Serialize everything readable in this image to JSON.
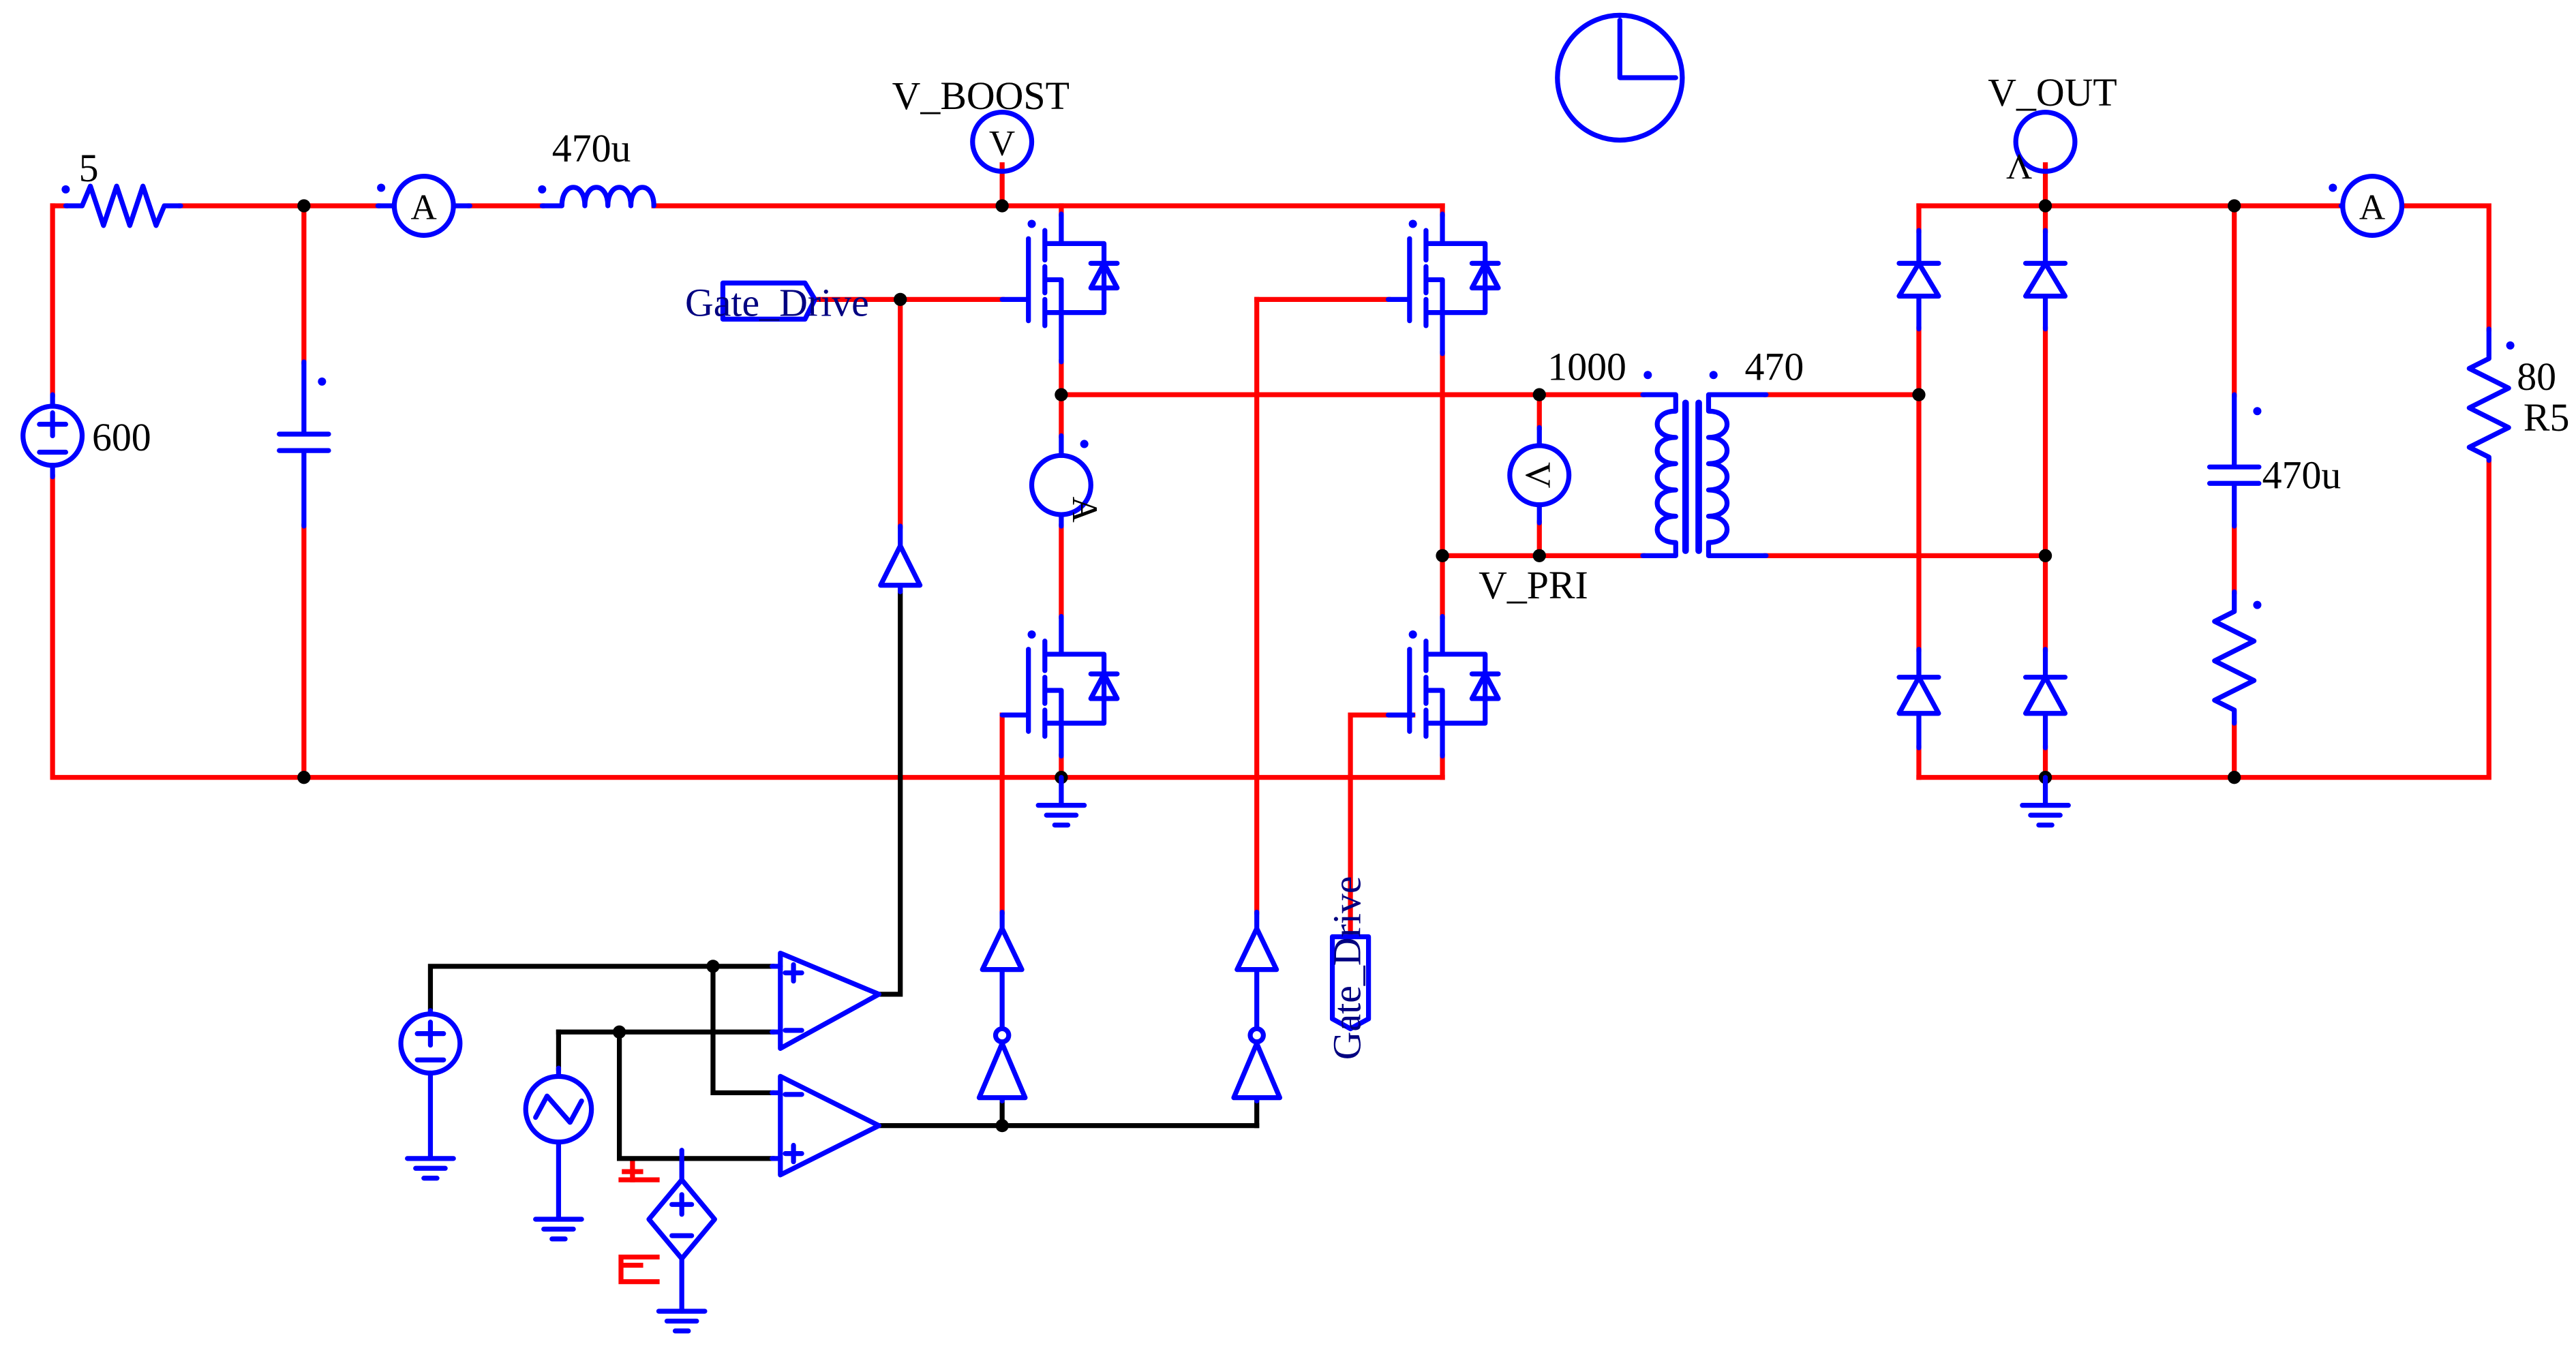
{
  "labels": {
    "r_source": "5",
    "l_boost": "470u",
    "v_source": "600",
    "v_boost": "V_BOOST",
    "v_out": "V_OUT",
    "v_pri": "V_PRI",
    "n_pri": "1000",
    "n_sec": "470",
    "c_out": "470u",
    "r_load_value": "80",
    "r_load_name": "R5",
    "gate_drive_left": "Gate_Drive",
    "gate_drive_bottom": "Gate_Drive"
  },
  "meters": {
    "ammeter": "A",
    "voltmeter": "V"
  },
  "colors": {
    "power_wire": "#ff0000",
    "signal_wire": "#000000",
    "component": "#0000ff",
    "label_text": "#000000",
    "label_text_alt": "#000080"
  },
  "icons": [
    "dc-voltage-source-icon",
    "ac-voltage-source-icon",
    "resistor-icon",
    "inductor-icon",
    "capacitor-icon",
    "mosfet-icon",
    "diode-icon",
    "transformer-icon",
    "ammeter-icon",
    "voltmeter-icon",
    "comparator-icon",
    "not-gate-icon",
    "buffer-icon",
    "ground-icon",
    "clock-icon",
    "dependent-source-icon"
  ]
}
